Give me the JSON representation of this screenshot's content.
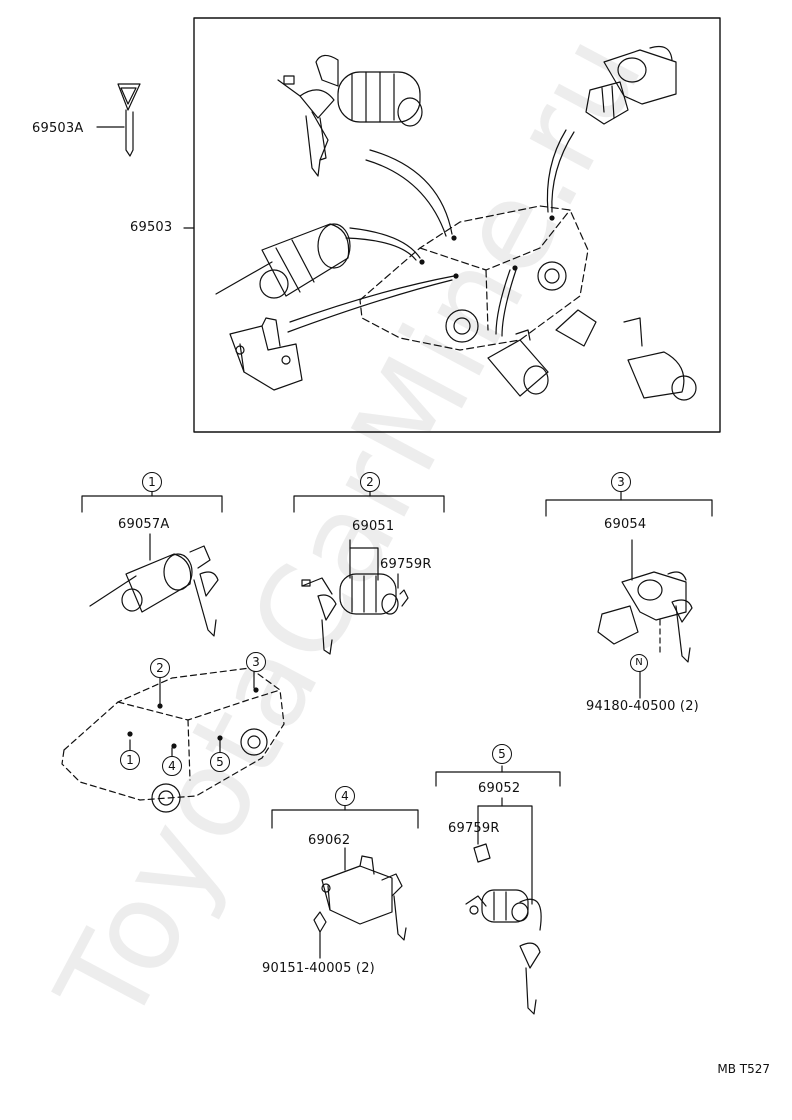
{
  "watermark": "ToyotaCarMine.ru",
  "diagram_code": "MB T527",
  "parts": {
    "key_blank": "69503A",
    "cylinder_set": "69503",
    "ignition": "69057A",
    "door": "69051",
    "door_clip": "69759R",
    "back_door": "69054",
    "back_door_nut": "94180-40500 (2)",
    "luggage": "69062",
    "luggage_screw": "90151-40005 (2)",
    "glove": "69052",
    "glove_clip": "69759R"
  },
  "callouts": {
    "g1": "1",
    "g2": "2",
    "g3": "3",
    "g4": "4",
    "g5": "5",
    "car1": "1",
    "car2": "2",
    "car3": "3",
    "car4": "4",
    "car5": "5",
    "nut": "N"
  }
}
